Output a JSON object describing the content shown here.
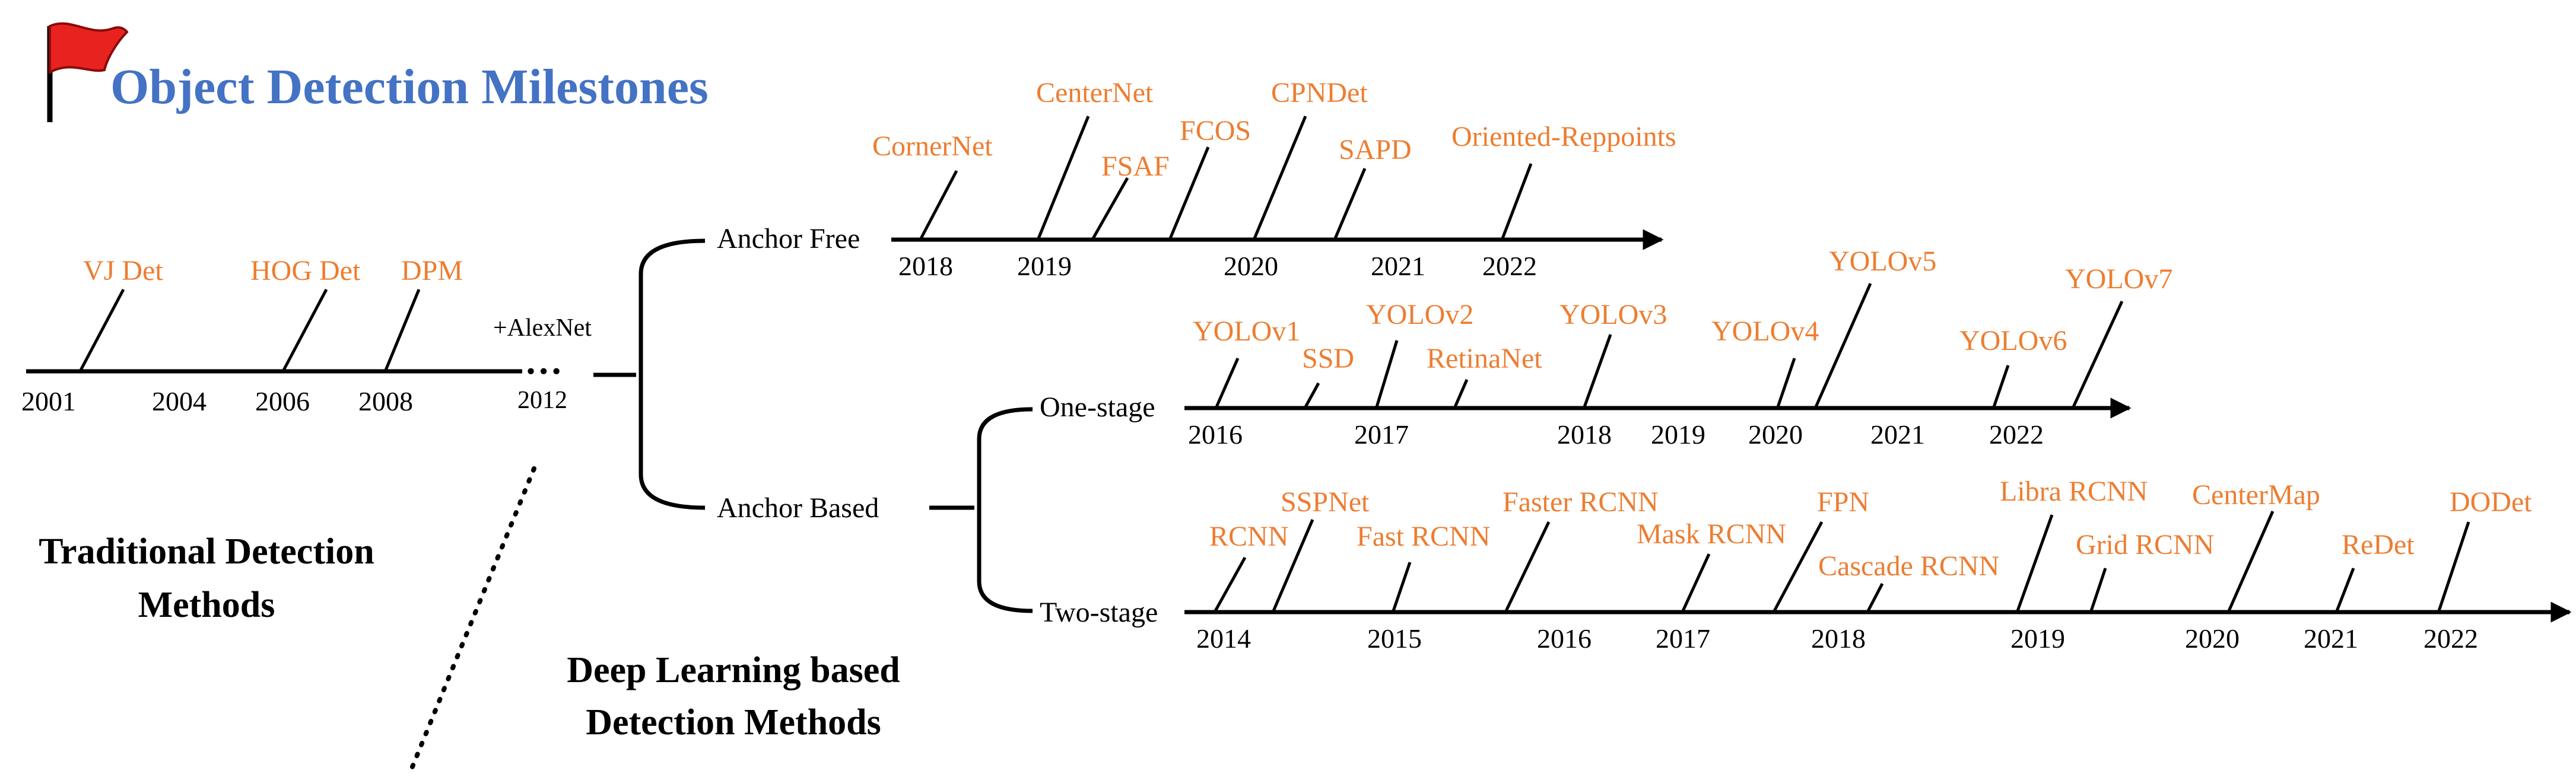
{
  "title": "Object Detection Milestones",
  "colors": {
    "title": "#4472c4",
    "milestone": "#ed7d31",
    "line": "#000000",
    "flag": "#e8231f"
  },
  "icons": {
    "flag": "red-flag-icon"
  },
  "traditional": {
    "years": [
      "2001",
      "2004",
      "2006",
      "2008"
    ],
    "milestones": [
      "VJ Det",
      "HOG Det",
      "DPM"
    ],
    "section_label_line1": "Traditional Detection",
    "section_label_line2": "Methods"
  },
  "transition": {
    "label": "+AlexNet",
    "ellipsis": "…",
    "year": "2012"
  },
  "deep_learning": {
    "section_label_line1": "Deep Learning based",
    "section_label_line2": "Detection Methods"
  },
  "anchor_free": {
    "label": "Anchor Free",
    "years": [
      "2018",
      "2019",
      "2020",
      "2021",
      "2022"
    ],
    "milestones": [
      "CornerNet",
      "CenterNet",
      "FSAF",
      "FCOS",
      "CPNDet",
      "SAPD",
      "Oriented-Reppoints"
    ]
  },
  "anchor_based": {
    "label": "Anchor Based"
  },
  "one_stage": {
    "label": "One-stage",
    "years": [
      "2016",
      "2017",
      "2018",
      "2019",
      "2020",
      "2021",
      "2022"
    ],
    "milestones": [
      "YOLOv1",
      "SSD",
      "YOLOv2",
      "RetinaNet",
      "YOLOv3",
      "YOLOv4",
      "YOLOv5",
      "YOLOv6",
      "YOLOv7"
    ]
  },
  "two_stage": {
    "label": "Two-stage",
    "years": [
      "2014",
      "2015",
      "2016",
      "2017",
      "2018",
      "2019",
      "2020",
      "2021",
      "2022"
    ],
    "milestones": [
      "RCNN",
      "SSPNet",
      "Fast RCNN",
      "Faster RCNN",
      "Mask RCNN",
      "FPN",
      "Cascade RCNN",
      "Libra RCNN",
      "Grid RCNN",
      "CenterMap",
      "ReDet",
      "DODet"
    ]
  }
}
